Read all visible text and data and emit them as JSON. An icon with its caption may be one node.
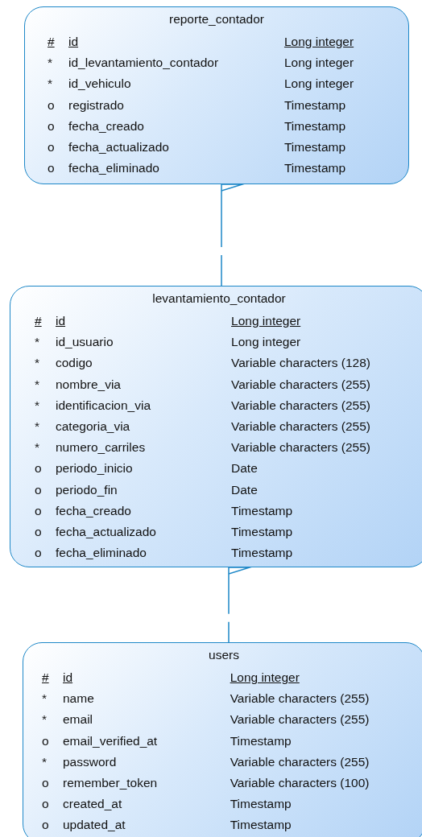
{
  "diagram": {
    "nodes": [
      {
        "text": [
          "reporte_contador",
          "#",
          "id",
          "Long integer",
          "*",
          "id_levantamiento_contador",
          "Long integer",
          "*",
          "id_vehiculo",
          "Long integer",
          "o",
          "registrado",
          "Timestamp",
          "o",
          "fecha_creado",
          "Timestamp",
          "o",
          "fecha_actualizado",
          "Timestamp",
          "o",
          "fecha_eliminado",
          "Timestamp"
        ]
      },
      {
        "text": [
          "levantamiento_contador",
          "#",
          "id",
          "Long integer",
          "*",
          "id_usuario",
          "Long integer",
          "*",
          "codigo",
          "Variable characters (128)",
          "*",
          "nombre_via",
          "Variable characters (255)",
          "*",
          "identificacion_via",
          "Variable characters (255)",
          "*",
          "categoria_via",
          "Variable characters (255)",
          "*",
          "numero_carriles",
          "Variable characters (255)",
          "o",
          "periodo_inicio",
          "Date",
          "o",
          "periodo_fin",
          "Date",
          "o",
          "fecha_creado",
          "Timestamp",
          "o",
          "fecha_actualizado",
          "Timestamp",
          "o",
          "fecha_eliminado",
          "Timestamp"
        ]
      },
      {
        "text": [
          "users",
          "#",
          "id",
          "Long integer",
          "*",
          "name",
          "Variable characters (255)",
          "*",
          "email",
          "Variable characters (255)",
          "o",
          "email_verified_at",
          "Timestamp",
          "*",
          "password",
          "Variable characters (255)",
          "o",
          "remember_token",
          "Variable characters (100)",
          "o",
          "created_at",
          "Timestamp",
          "o",
          "updated_at",
          "Timestamp"
        ]
      }
    ],
    "edges": [
      {
        "from": 0,
        "to": 1,
        "arrow": "other"
      },
      {
        "from": 1,
        "to": 2,
        "arrow": "other"
      }
    ]
  }
}
